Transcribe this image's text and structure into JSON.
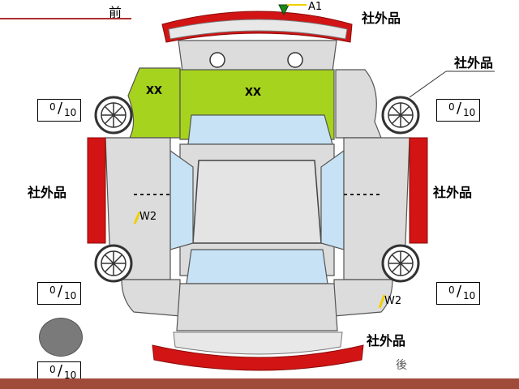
{
  "header": {
    "front_label": "前"
  },
  "callouts": {
    "top_right": "社外品",
    "right_upper": "社外品",
    "left_side": "社外品",
    "right_side": "社外品",
    "bottom": "社外品"
  },
  "damage_codes": {
    "roof_marker": "A1",
    "hood_left": "XX",
    "hood_center": "XX",
    "left_door": "W2",
    "right_rear": "W2"
  },
  "gauges": [
    {
      "value": "0",
      "total": "10"
    },
    {
      "value": "0",
      "total": "10"
    },
    {
      "value": "0",
      "total": "10"
    },
    {
      "value": "0",
      "total": "10"
    },
    {
      "value": "0",
      "total": "10"
    }
  ],
  "footer": {
    "rear_label_partial": "後"
  },
  "colors": {
    "damage_red": "#d21414",
    "hood_green": "#a6d31d",
    "glass_blue": "#c6e2f4",
    "body_gray": "#dcdcdc"
  }
}
